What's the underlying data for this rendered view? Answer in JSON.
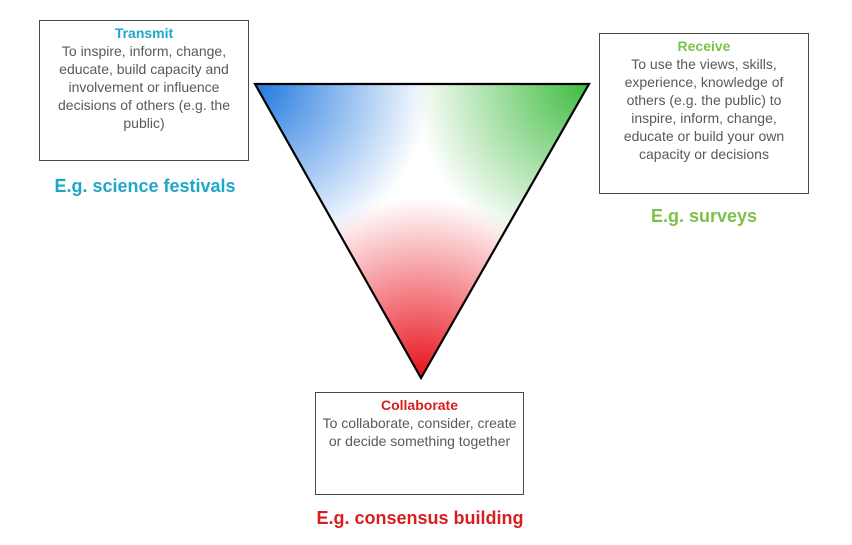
{
  "colors": {
    "transmit": "#1fa7c9",
    "receive": "#7cc24a",
    "collaborate": "#d81e1e",
    "box_text": "#595959",
    "triangle_stroke": "#000000"
  },
  "transmit": {
    "title": "Transmit",
    "description": "To inspire, inform, change, educate, build capacity and involvement or influence decisions of others (e.g. the public)",
    "example": "E.g. science festivals"
  },
  "receive": {
    "title": "Receive",
    "description": "To use the views, skills, experience, knowledge of others (e.g. the public) to inspire, inform, change, educate or build your own capacity or decisions",
    "example": "E.g. surveys"
  },
  "collaborate": {
    "title": "Collaborate",
    "description": "To collaborate, consider, create or decide something together",
    "example": "E.g. consensus building"
  }
}
